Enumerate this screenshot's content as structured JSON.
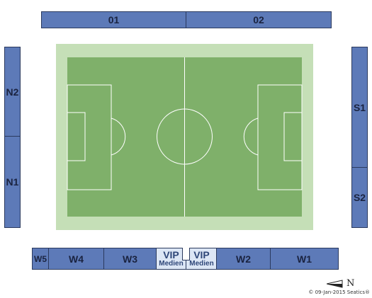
{
  "sections": {
    "s01": "01",
    "s02": "02",
    "n2": "N2",
    "n1": "N1",
    "s1": "S1",
    "s2": "S2",
    "w5": "W5",
    "w4": "W4",
    "w3": "W3",
    "vip1_line1": "VIP",
    "vip1_line2": "Medien",
    "vip2_line1": "VIP",
    "vip2_line2": "Medien",
    "w2": "W2",
    "w1": "W1"
  },
  "compass": {
    "letter": "N"
  },
  "footer": {
    "copyright": "© 09-Jan-2015 Seatics®"
  },
  "colors": {
    "section_fill": "#5d7ab8",
    "section_border": "#2b3a5e",
    "vip_fill": "#dce6f5",
    "field_surround": "#c5dfb7",
    "pitch": "#7fb06a",
    "lines": "#ffffff"
  }
}
